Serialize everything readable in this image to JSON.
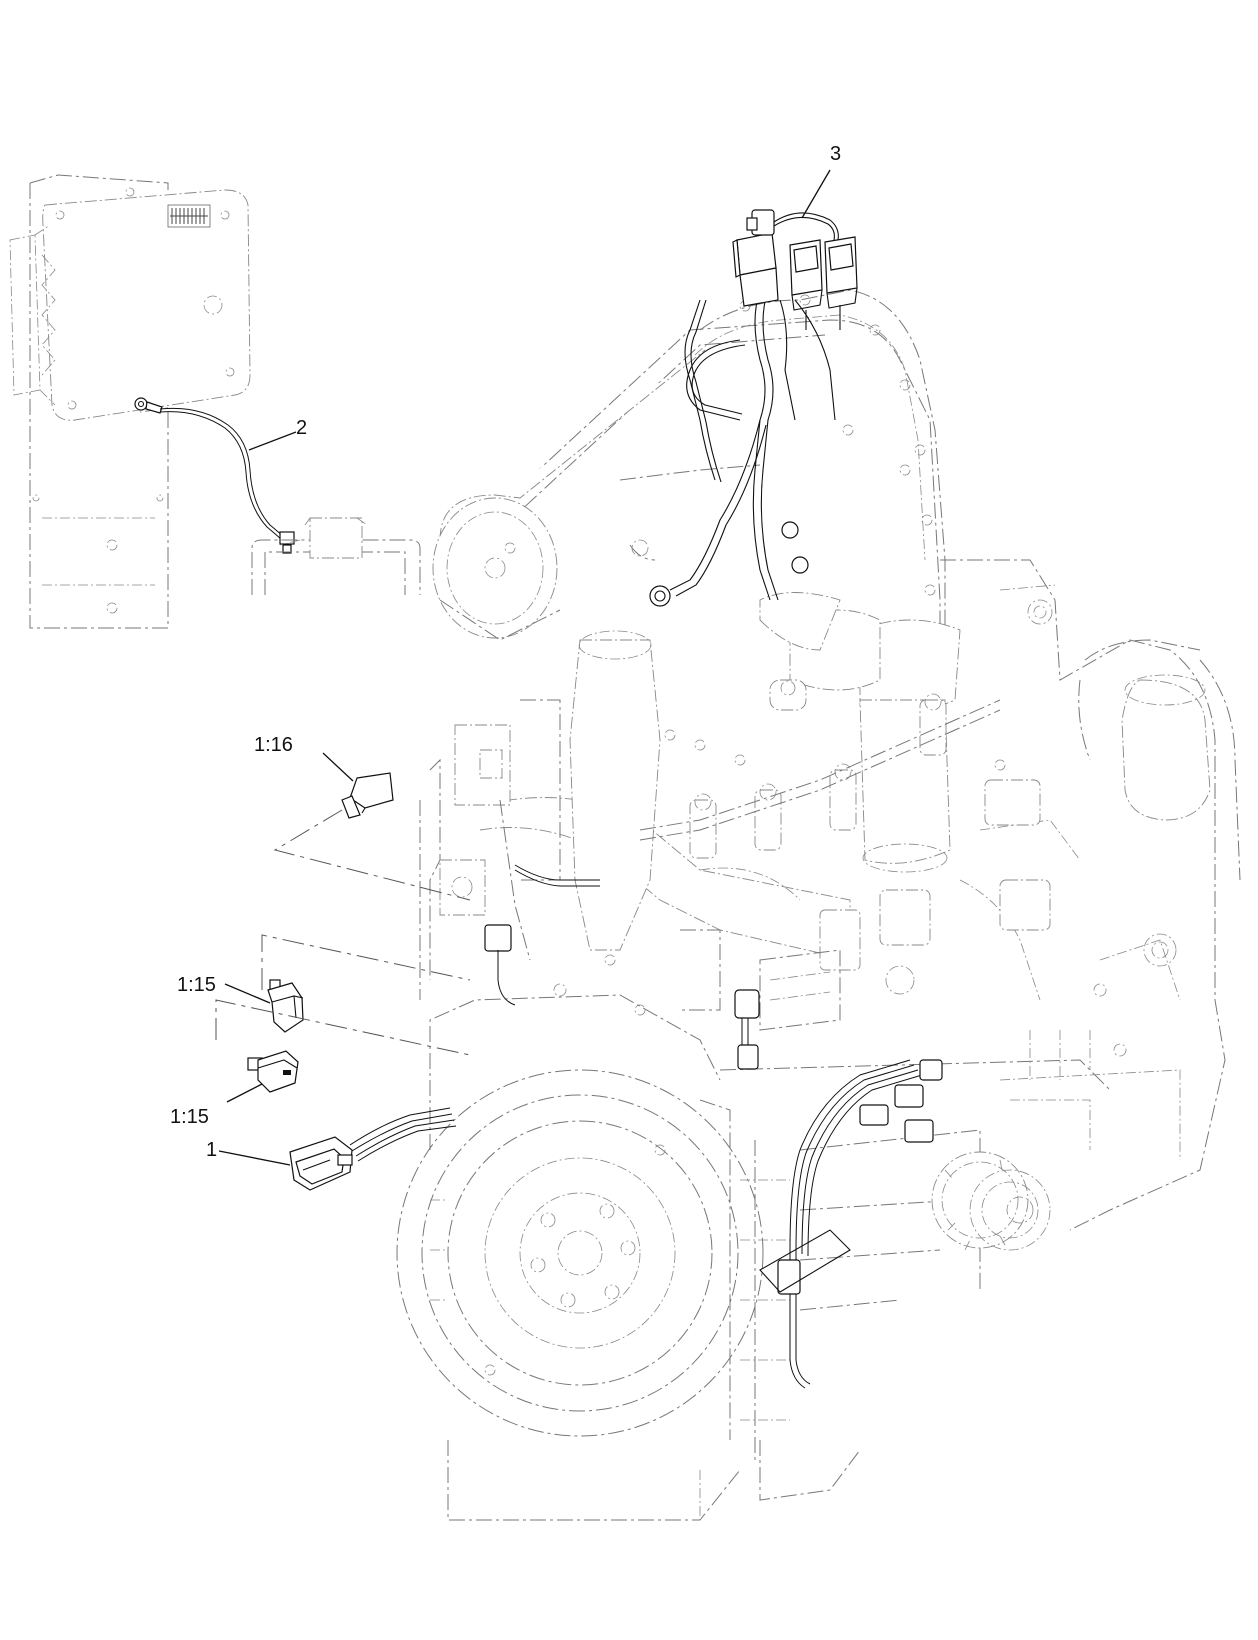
{
  "diagram": {
    "callouts": [
      {
        "id": "c3",
        "label": "3"
      },
      {
        "id": "c2",
        "label": "2"
      },
      {
        "id": "c116",
        "label": "1:16"
      },
      {
        "id": "c115a",
        "label": "1:15"
      },
      {
        "id": "c115b",
        "label": "1:15"
      },
      {
        "id": "c1",
        "label": "1"
      }
    ]
  }
}
